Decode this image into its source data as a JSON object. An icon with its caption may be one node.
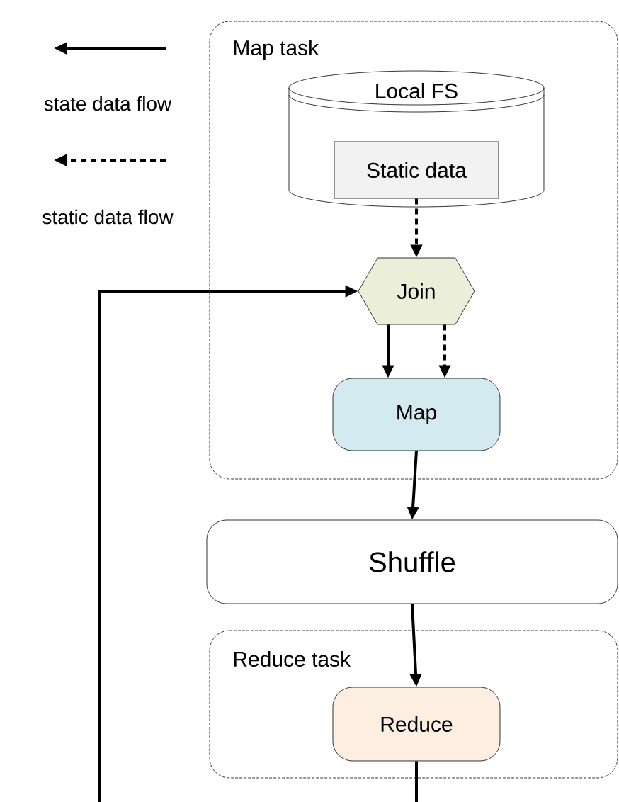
{
  "diagram": {
    "nodes": [
      {
        "text": [
          "Map task"
        ]
      },
      {
        "text": [
          "Local FS"
        ],
        "in": 0
      },
      {
        "text": [
          "Static data"
        ],
        "in": 1
      },
      {
        "text": [
          "Join"
        ],
        "in": 0
      },
      {
        "text": [
          "Map"
        ],
        "in": 0
      },
      {
        "text": [
          "Shuffle"
        ]
      },
      {
        "text": [
          "Reduce task"
        ]
      },
      {
        "text": [
          "Reduce"
        ],
        "in": 6
      }
    ],
    "edges": [
      {
        "from": 2,
        "to": 3,
        "arrow": "to",
        "style": "dashed"
      },
      {
        "from": 3,
        "to": 4,
        "arrow": "to"
      },
      {
        "from": 3,
        "to": 4,
        "arrow": "to",
        "style": "dashed"
      },
      {
        "from": 4,
        "to": 5,
        "arrow": "to"
      },
      {
        "from": 5,
        "to": 7,
        "arrow": "to"
      },
      {
        "from": 7,
        "to": null,
        "arrow": "none"
      },
      {
        "from": null,
        "to": 3,
        "arrow": "to"
      }
    ],
    "legend": [
      {
        "text": "state data flow"
      },
      {
        "text": "static data flow"
      }
    ]
  }
}
